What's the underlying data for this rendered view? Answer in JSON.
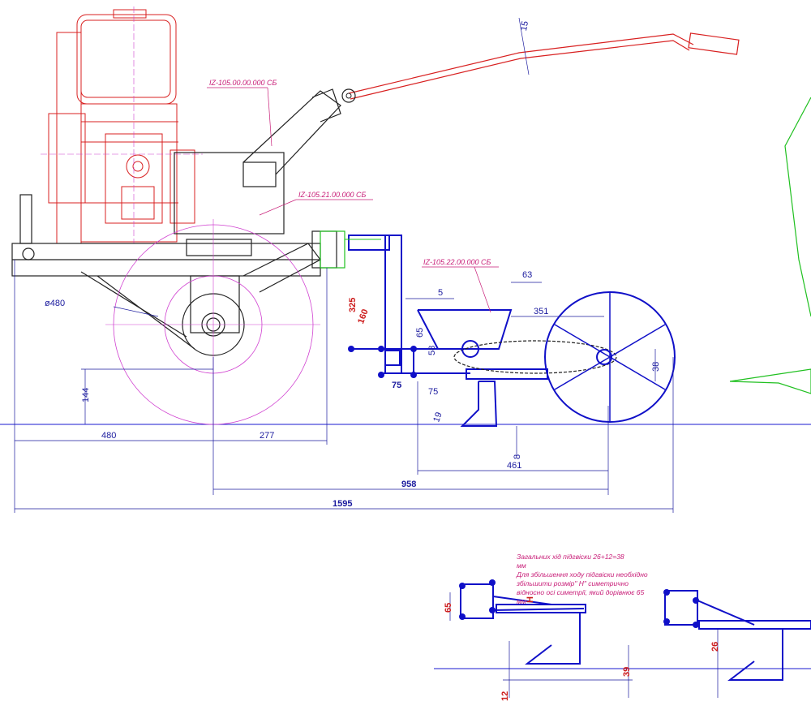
{
  "labels": {
    "engine_assembly": "IZ-105.00.00.000 СБ",
    "frame_assembly": "IZ-105.21.00.000 СБ",
    "planter_assembly": "IZ-105.22.00.000 СБ"
  },
  "dimensions": {
    "handle_angle": "15",
    "wheel_diameter": "ø480",
    "planter_width_5": "5",
    "sprocket_offset": "63",
    "chain_length": "351",
    "height_325": "325",
    "angle_160": "160",
    "height_65": "65",
    "height_58": "58",
    "width_75a": "75",
    "width_75b": "75",
    "wheel_38": "38",
    "height_144": "144",
    "angle_19": "19",
    "depth_8": "8",
    "len_480": "480",
    "len_277": "277",
    "len_461": "461",
    "len_958": "958",
    "len_1595": "1595",
    "lower_65": "65",
    "lower_H": "H",
    "lower_12": "12",
    "lower_39": "39",
    "lower_26": "26"
  },
  "note": {
    "line1": "Загальних хід підгвіски 26+12=38",
    "line2": "мм",
    "line3": "Для збільшення ходу підгвіски необхідно",
    "line4": "збільшити розмір\" H\" симетрично",
    "line5": "відносно осі симетрії, який дорівнює 65",
    "line6": "мм"
  },
  "colors": {
    "engine": "#d82020",
    "planter": "#1010c8",
    "frame": "#222222",
    "dimension": "#1a1a9e",
    "leader": "#c81e78",
    "wheel": "#d040d0",
    "crop": "#20c020"
  }
}
